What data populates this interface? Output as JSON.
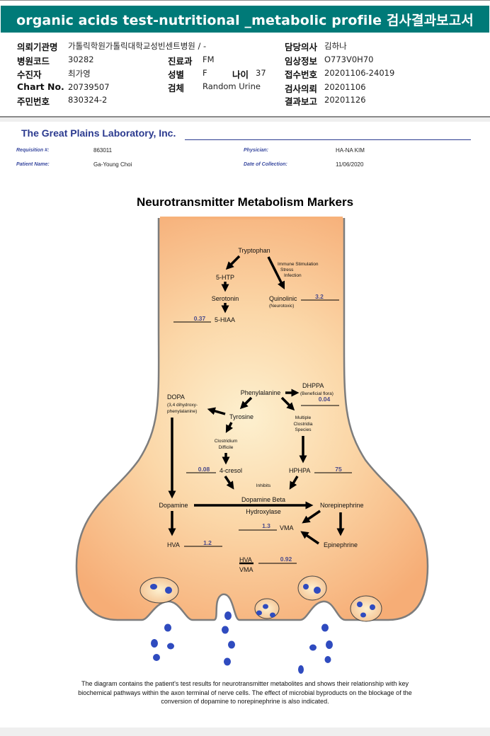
{
  "report": {
    "title": "organic acids test-nutritional _metabolic profile 검사결과보고서"
  },
  "patient_info": {
    "institution_label": "의뢰기관명",
    "institution_value": "가톨릭학원가톨릭대학교성빈센트병원 / -",
    "hospital_code_label": "병원코드",
    "hospital_code_value": "30282",
    "recipient_label": "수진자",
    "recipient_value": "최가영",
    "chart_no_label": "Chart No.",
    "chart_no_value": "20739507",
    "resident_no_label": "주민번호",
    "resident_no_value": "830324-2",
    "department_label": "진료과",
    "department_value": "FM",
    "sex_label": "성별",
    "sex_value": "F",
    "age_label": "나이",
    "age_value": "37",
    "specimen_label": "검체",
    "specimen_value": "Random Urine",
    "doctor_label": "담당의사",
    "doctor_value": "김하나",
    "clinical_info_label": "임상정보",
    "clinical_info_value": "O773V0H70",
    "receipt_no_label": "접수번호",
    "receipt_no_value": "20201106-24019",
    "request_date_label": "검사의뢰",
    "request_date_value": "20201106",
    "result_date_label": "결과보고",
    "result_date_value": "20201126"
  },
  "lab": {
    "name": "The Great Plains Laboratory, Inc.",
    "requisition_label": "Requisition #:",
    "requisition_value": "863011",
    "patient_name_label": "Patient Name:",
    "patient_name_value": "Ga-Young Choi",
    "physician_label": "Physician:",
    "physician_value": "HA-NA KIM",
    "collection_date_label": "Date of Collection:",
    "collection_date_value": "11/06/2020"
  },
  "diagram": {
    "title": "Neurotransmitter Metabolism Markers",
    "nodes": {
      "tryptophan": "Tryptophan",
      "immune1": "Immune Stimulation",
      "immune2": "Stress",
      "immune3": "Infection",
      "htp": "5-HTP",
      "serotonin": "Serotonin",
      "hiaa": "5-HIAA",
      "quinolinic": "Quinolinic",
      "neurotoxic": "(Neurotoxic)",
      "phenylalanine": "Phenylalanine",
      "dhppa": "DHPPA",
      "beneficial": "(Beneficial flora)",
      "dopa": "DOPA",
      "dopa_sub1": "(3,4 dihydroxy-",
      "dopa_sub2": "phenylalanine)",
      "tyrosine": "Tyrosine",
      "multiple1": "Multiple",
      "multiple2": "Clostridia",
      "multiple3": "Species",
      "clostridium1": "Clostridium",
      "clostridium2": "Difficile",
      "cresol": "4-cresol",
      "hphpa": "HPHPA",
      "inhibits": "Inhibits",
      "dbh1": "Dopamine Beta",
      "dbh2": "Hydroxylase",
      "dopamine": "Dopamine",
      "norepinephrine": "Norepinephrine",
      "vma": "VMA",
      "hva": "HVA",
      "epinephrine": "Epinephrine",
      "ratio_num": "HVA",
      "ratio_den": "VMA"
    },
    "results": {
      "hiaa": "0.37",
      "quinolinic": "3.2",
      "dhppa": "0.04",
      "cresol": "0.08",
      "hphpa": "75",
      "vma": "1.3",
      "hva": "1.2",
      "hva_vma_ratio": "0.92"
    },
    "colors": {
      "cell_fill": "#f7b27a",
      "cell_glow": "#fdf0cf",
      "outline": "#7d7d7d",
      "vesicle_dot": "#2f4bbf",
      "result_value": "#4a4a8a"
    },
    "caption": "The diagram contains the patient's test results for neurotransmitter metabolites and shows their relationship with key biochemical pathways within the axon terminal of nerve cells. The effect of microbial byproducts on the blockage of the conversion of dopamine to norepinephrine is also indicated."
  }
}
